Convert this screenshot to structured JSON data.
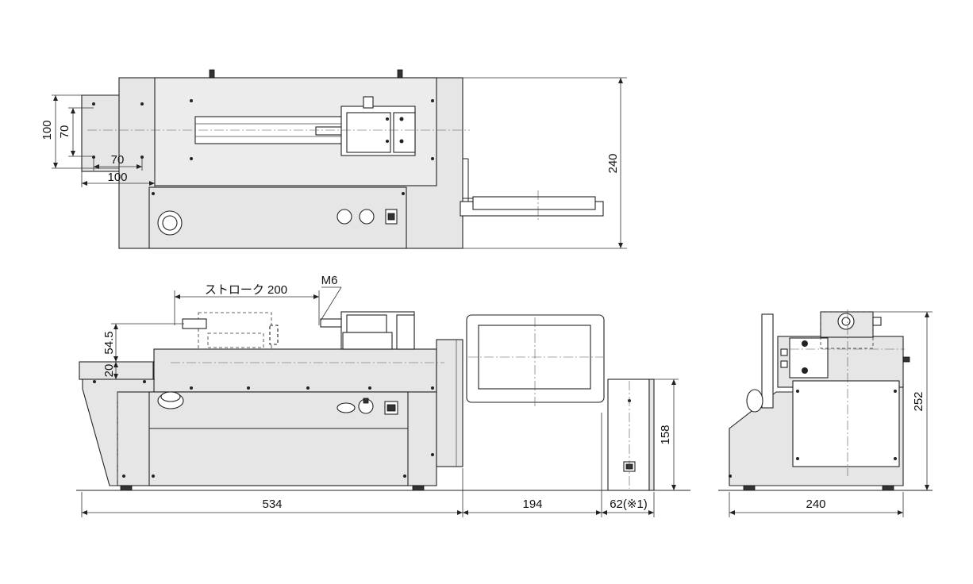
{
  "top_view": {
    "dim_height_outer": "100",
    "dim_height_inner": "70",
    "dim_width_inner": "70",
    "dim_width_outer": "100",
    "dim_total_depth": "240"
  },
  "front_view": {
    "label_stroke": "ストローク 200",
    "label_thread": "M6",
    "dim_vertical_upper": "54.5",
    "dim_vertical_lower": "20",
    "dim_width_main": "534",
    "dim_width_panel": "194",
    "dim_width_box": "62(※1)",
    "dim_box_height": "158"
  },
  "side_view": {
    "dim_height": "252",
    "dim_width": "240"
  },
  "colors": {
    "body_fill": "#e6e6e6",
    "line": "#222222"
  }
}
